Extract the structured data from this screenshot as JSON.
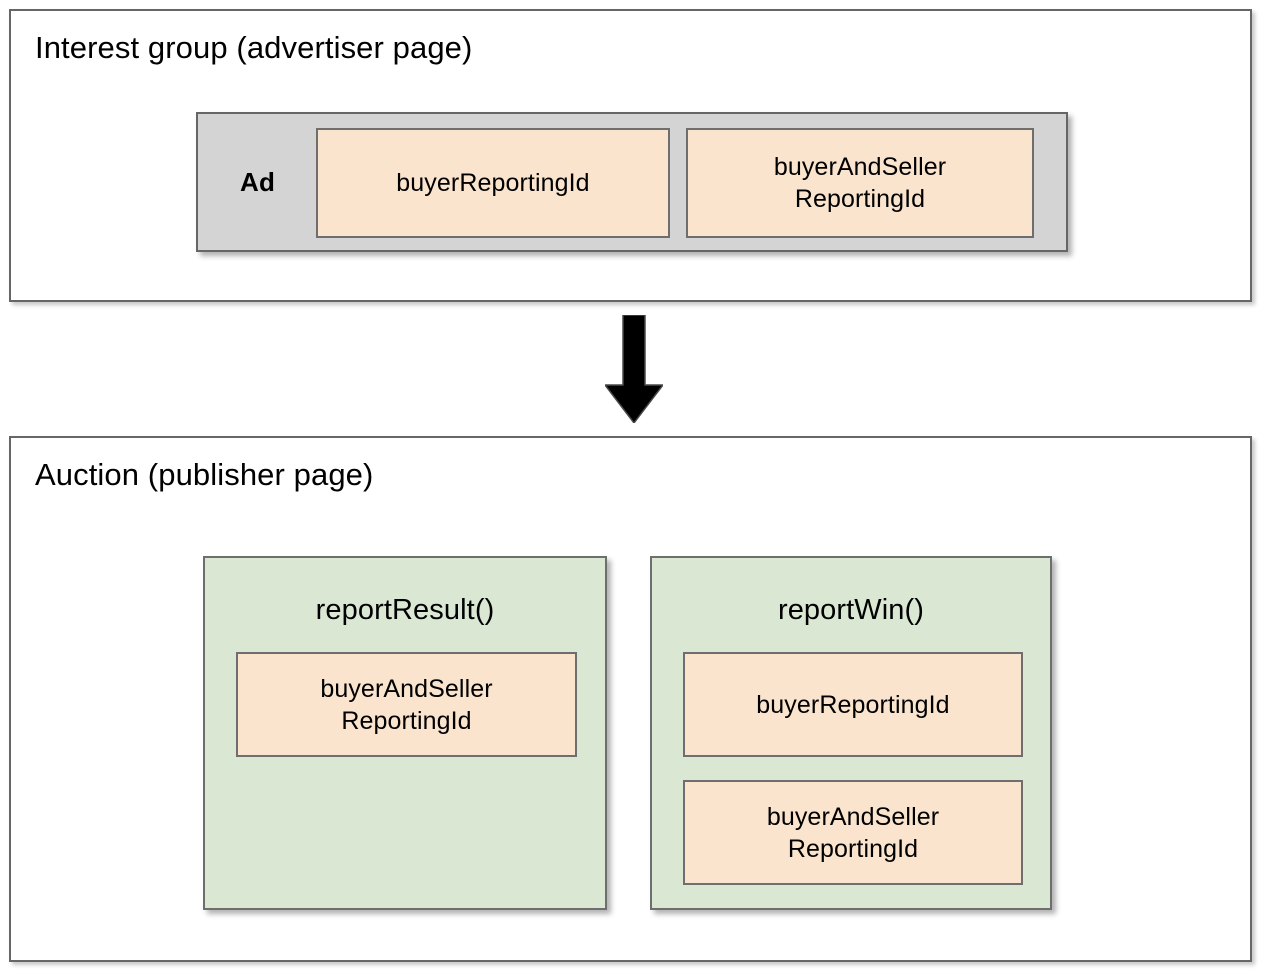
{
  "diagram": {
    "title_semantics": "protected-audience-reporting-ids-flow",
    "colors": {
      "ad_container_fill": "#d4d4d4",
      "id_box_fill": "#fae4cd",
      "function_box_fill": "#dae8d3",
      "border": "#666666",
      "arrow": "#000000",
      "text": "#000000",
      "page_background": "#ffffff"
    }
  },
  "sections": {
    "interest_group": {
      "title": "Interest group (advertiser page)",
      "ad": {
        "label": "Ad",
        "ids": [
          {
            "label": "buyerReportingId"
          },
          {
            "label": "buyerAndSeller\nReportingId",
            "line1": "buyerAndSeller",
            "line2": "ReportingId"
          }
        ]
      }
    },
    "auction": {
      "title": "Auction (publisher page)",
      "functions": [
        {
          "name": "reportResult()",
          "ids": [
            {
              "line1": "buyerAndSeller",
              "line2": "ReportingId"
            }
          ]
        },
        {
          "name": "reportWin()",
          "ids": [
            {
              "line1": "buyerReportingId",
              "line2": ""
            },
            {
              "line1": "buyerAndSeller",
              "line2": "ReportingId"
            }
          ]
        }
      ]
    }
  },
  "connector": {
    "icon": "down-arrow-icon",
    "direction": "down",
    "from": "interest_group",
    "to": "auction"
  }
}
